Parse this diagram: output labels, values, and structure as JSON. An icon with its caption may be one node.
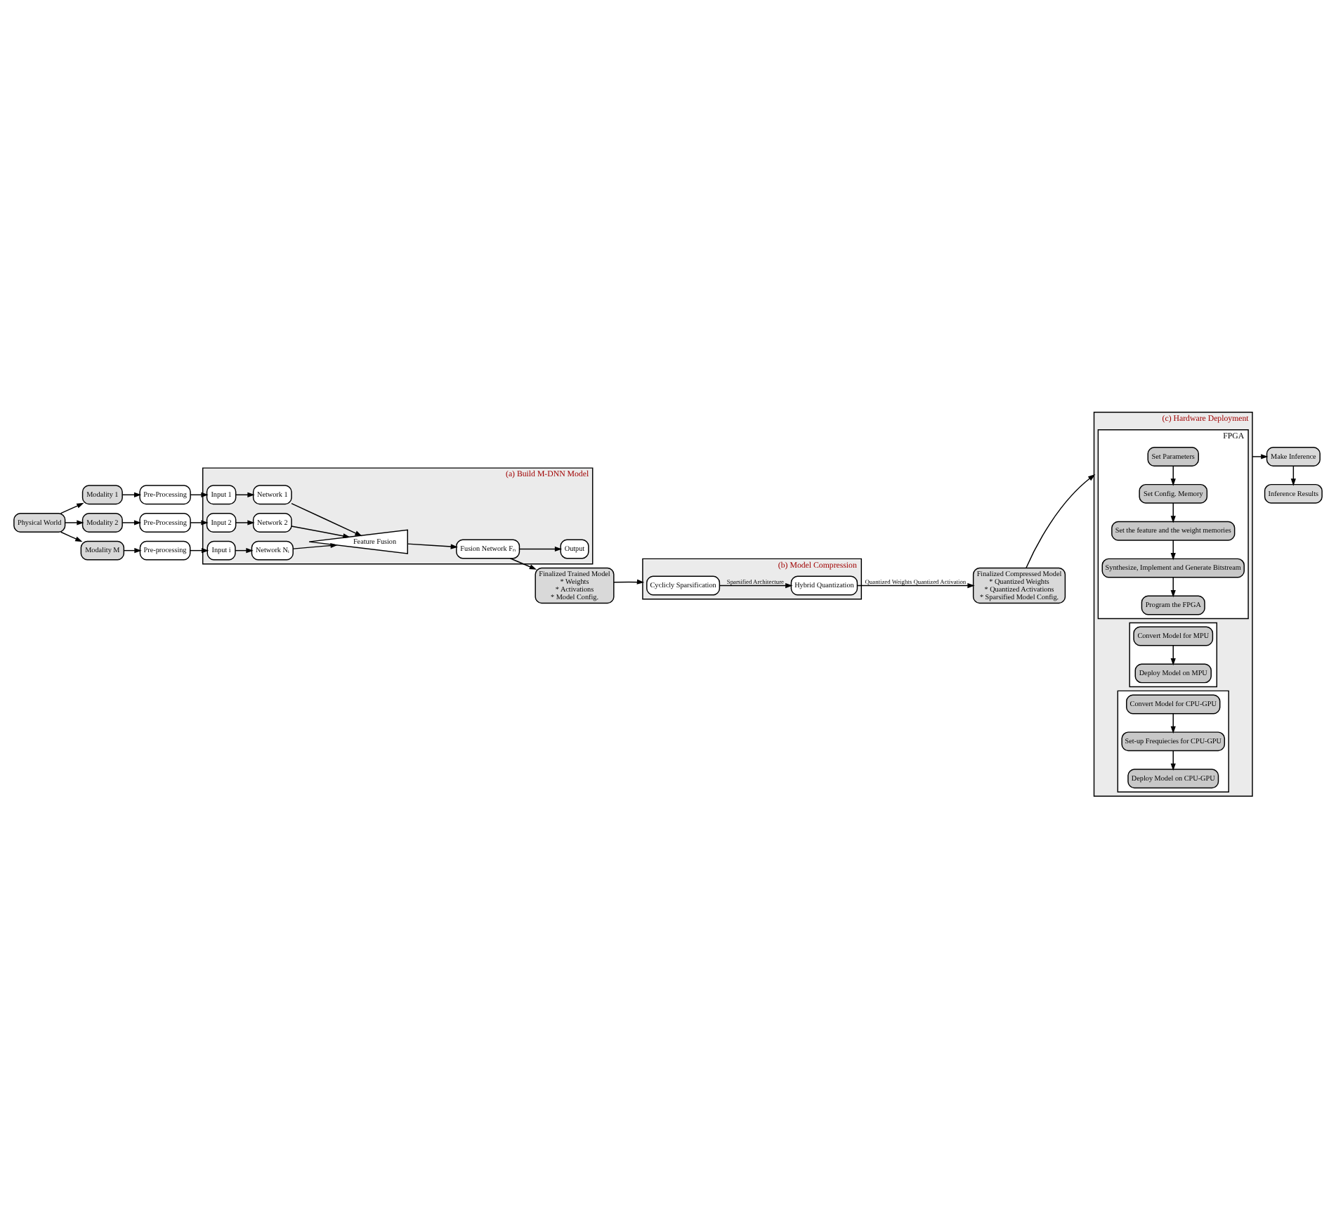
{
  "diagram": {
    "nodes": [
      {
        "text": [
          "Physical World"
        ]
      },
      {
        "text": [
          "Modality 1"
        ]
      },
      {
        "text": [
          "Modality 2"
        ]
      },
      {
        "text": [
          "Modality M"
        ]
      },
      {
        "text": [
          "Pre-Processing"
        ]
      },
      {
        "text": [
          "Pre-Processing"
        ]
      },
      {
        "text": [
          "Pre-processing"
        ]
      },
      {
        "text": [
          "(a) Build M-DNN Model"
        ]
      },
      {
        "text": [
          "Input 1"
        ],
        "in": 7
      },
      {
        "text": [
          "Network 1"
        ],
        "in": 7
      },
      {
        "text": [
          "Input 2"
        ],
        "in": 7
      },
      {
        "text": [
          "Network 2"
        ],
        "in": 7
      },
      {
        "text": [
          "Input i"
        ],
        "in": 7
      },
      {
        "text": [
          "Network Nᵢ"
        ],
        "in": 7
      },
      {
        "text": [
          "Feature Fusion"
        ],
        "in": 7
      },
      {
        "text": [
          "Fusion Network Fₙ"
        ],
        "in": 7
      },
      {
        "text": [
          "Output"
        ],
        "in": 7
      },
      {
        "text": [
          "Finalized Trained Model",
          "* Weights",
          "* Activations",
          "* Model Config."
        ]
      },
      {
        "text": [
          "(b) Model Compression"
        ]
      },
      {
        "text": [
          "Cyclicly Sparsification"
        ],
        "in": 18
      },
      {
        "text": [
          "Hybrid Quantization"
        ],
        "in": 18
      },
      {
        "text": [
          "Finalized Compressed Model",
          "* Quantized Weights",
          "* Quantized Activations",
          "* Sparsified Model Config."
        ]
      },
      {
        "text": [
          "(c) Hardware Deployment"
        ]
      },
      {
        "text": [
          "FPGA"
        ],
        "in": 22
      },
      {
        "text": [
          "Set Parameters"
        ],
        "in": 23
      },
      {
        "text": [
          "Set Config. Memory"
        ],
        "in": 23
      },
      {
        "text": [
          "Set the feature and the weight memories"
        ],
        "in": 23
      },
      {
        "text": [
          "Synthesize, Implement and Generate Bitstream"
        ],
        "in": 23
      },
      {
        "text": [
          "Program the FPGA"
        ],
        "in": 23
      },
      {
        "text": [],
        "shape": "box",
        "in": 22
      },
      {
        "text": [
          "Convert Model for MPU"
        ],
        "in": 29
      },
      {
        "text": [
          "Deploy Model on MPU"
        ],
        "in": 29
      },
      {
        "text": [],
        "shape": "box",
        "in": 22
      },
      {
        "text": [
          "Convert Model for CPU-GPU"
        ],
        "in": 32
      },
      {
        "text": [
          "Set-up Frequiecies for CPU-GPU"
        ],
        "in": 32
      },
      {
        "text": [
          "Deploy Model on CPU-GPU"
        ],
        "in": 32
      },
      {
        "text": [
          "Make Inference"
        ]
      },
      {
        "text": [
          "Inference Results"
        ]
      }
    ],
    "edges": [
      {
        "from": 0,
        "to": 1,
        "arrow": "to"
      },
      {
        "from": 0,
        "to": 2,
        "arrow": "to"
      },
      {
        "from": 0,
        "to": 3,
        "arrow": "to"
      },
      {
        "from": 1,
        "to": 4,
        "arrow": "to"
      },
      {
        "from": 2,
        "to": 5,
        "arrow": "to"
      },
      {
        "from": 3,
        "to": 6,
        "arrow": "to"
      },
      {
        "from": 4,
        "to": 8,
        "arrow": "to"
      },
      {
        "from": 5,
        "to": 10,
        "arrow": "to"
      },
      {
        "from": 6,
        "to": 12,
        "arrow": "to"
      },
      {
        "from": 8,
        "to": 9,
        "arrow": "to"
      },
      {
        "from": 10,
        "to": 11,
        "arrow": "to"
      },
      {
        "from": 12,
        "to": 13,
        "arrow": "to"
      },
      {
        "from": 9,
        "to": 14,
        "arrow": "to"
      },
      {
        "from": 11,
        "to": 14,
        "arrow": "to"
      },
      {
        "from": 13,
        "to": 14,
        "arrow": "to"
      },
      {
        "from": 14,
        "to": 15,
        "arrow": "to"
      },
      {
        "from": 15,
        "to": 16,
        "arrow": "to"
      },
      {
        "from": 15,
        "to": 17,
        "arrow": "to"
      },
      {
        "from": 17,
        "to": 18,
        "arrow": "to"
      },
      {
        "from": 19,
        "to": 20,
        "arrow": "to",
        "label": "Sparsified Architecture"
      },
      {
        "from": 20,
        "to": 21,
        "arrow": "to",
        "label": "Quantized Weights Quantized Activation"
      },
      {
        "from": 21,
        "to": 22,
        "arrow": "to"
      },
      {
        "from": 22,
        "to": 36,
        "arrow": "to"
      },
      {
        "from": 36,
        "to": 37,
        "arrow": "to"
      },
      {
        "from": 24,
        "to": 25,
        "arrow": "to"
      },
      {
        "from": 25,
        "to": 26,
        "arrow": "to"
      },
      {
        "from": 26,
        "to": 27,
        "arrow": "to"
      },
      {
        "from": 27,
        "to": 28,
        "arrow": "to"
      },
      {
        "from": 30,
        "to": 31,
        "arrow": "to"
      },
      {
        "from": 33,
        "to": 34,
        "arrow": "to"
      },
      {
        "from": 34,
        "to": 35,
        "arrow": "to"
      }
    ]
  }
}
